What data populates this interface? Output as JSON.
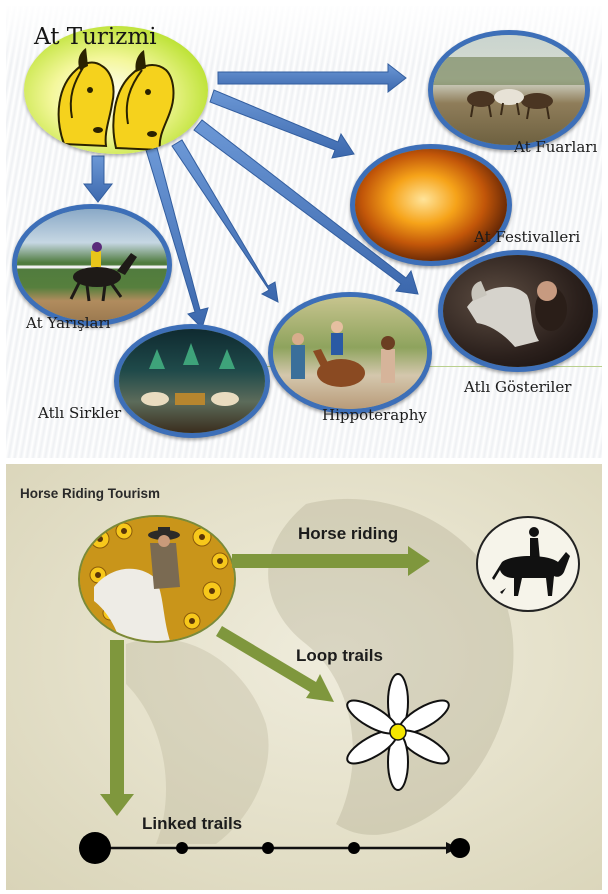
{
  "top": {
    "title": "At Turizmi",
    "labels": {
      "fairs": "At Fuarları",
      "festivals": "At Festivalleri",
      "races": "At Yarışları",
      "circus": "Atlı Sirkler",
      "hippotherapy": "Hippoteraphy",
      "shows": "Atlı Gösteriler"
    }
  },
  "bottom": {
    "title": "Horse Riding Tourism",
    "horse_riding": "Horse riding",
    "loop_trails": "Loop trails",
    "linked_trails": "Linked trails"
  },
  "colors": {
    "bubble_border": "#3d6fb8",
    "top_arrow": "#4f7fc4",
    "bottom_arrow": "#7f973d",
    "flower_center": "#f5e600"
  }
}
